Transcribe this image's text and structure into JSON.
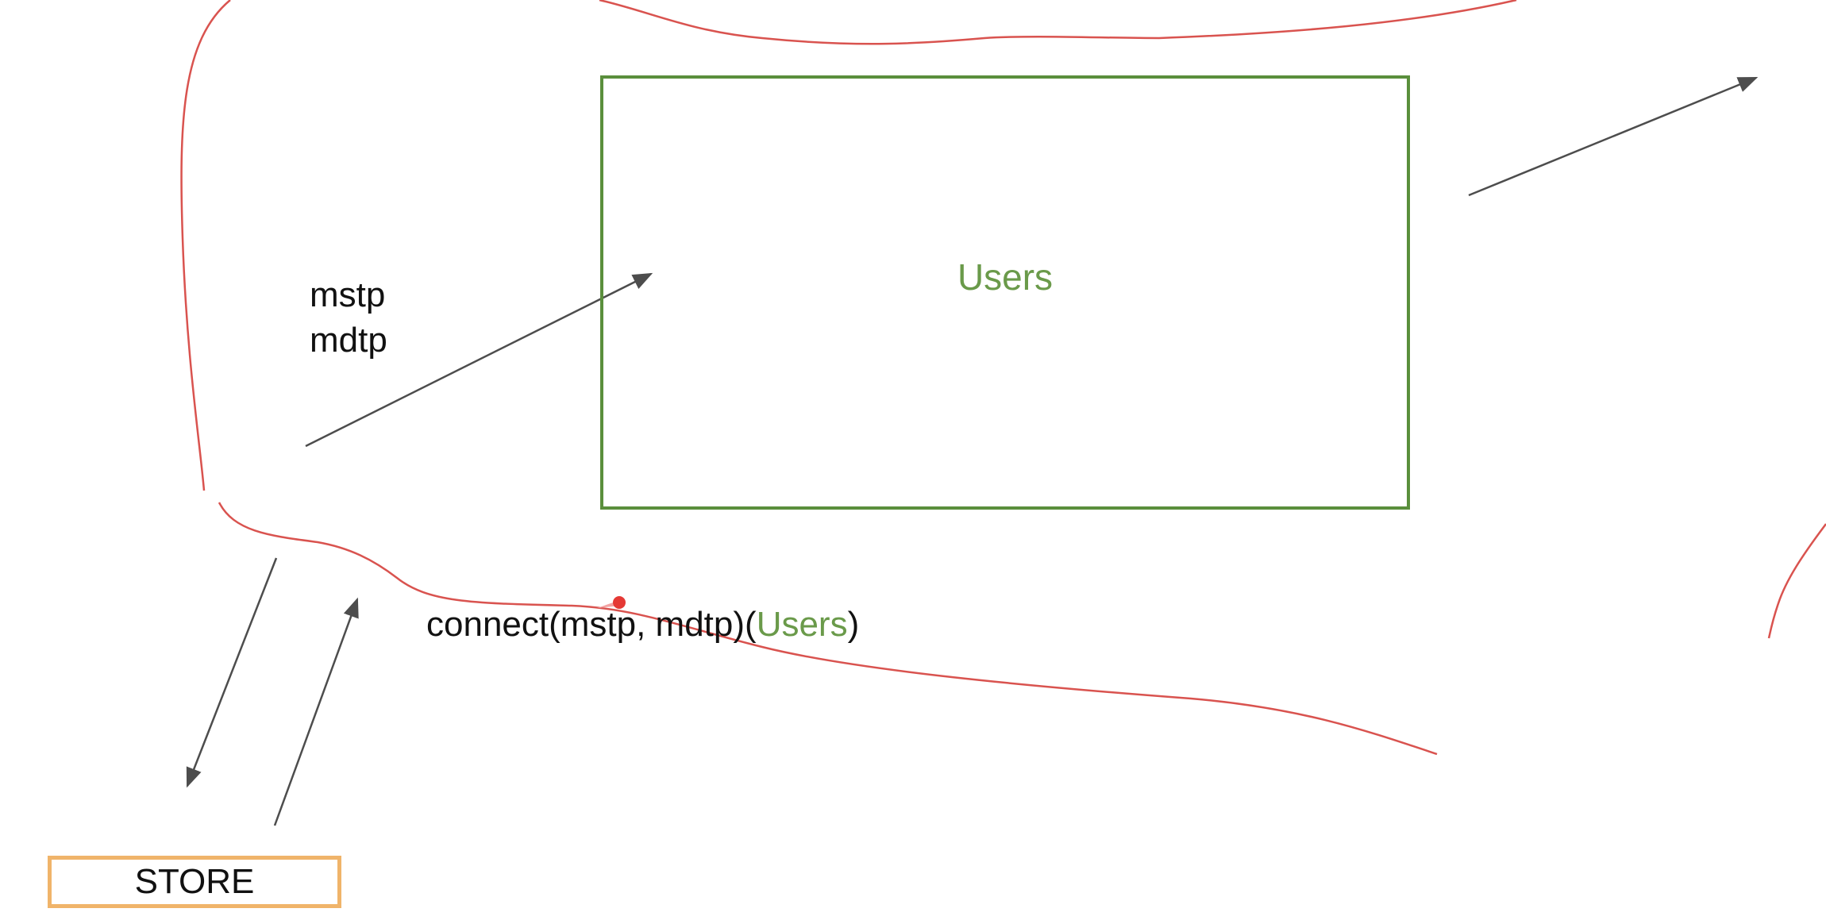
{
  "components": {
    "users_box": {
      "title": "Users"
    }
  },
  "labels": {
    "mstp": "mstp",
    "mdtp": "mdtp"
  },
  "connect_expression": {
    "prefix": "connect(mstp, mdtp)(",
    "argument": "Users",
    "suffix": ")"
  },
  "store_box": {
    "label": "STORE"
  },
  "colors": {
    "users_border": "#5a8f3c",
    "users_text": "#6a9a4a",
    "store_border": "#f0b46a",
    "arrow": "#4d4d4d",
    "freehand_stroke": "#d9534f",
    "pointer_dot": "#e53935",
    "text": "#111111"
  }
}
